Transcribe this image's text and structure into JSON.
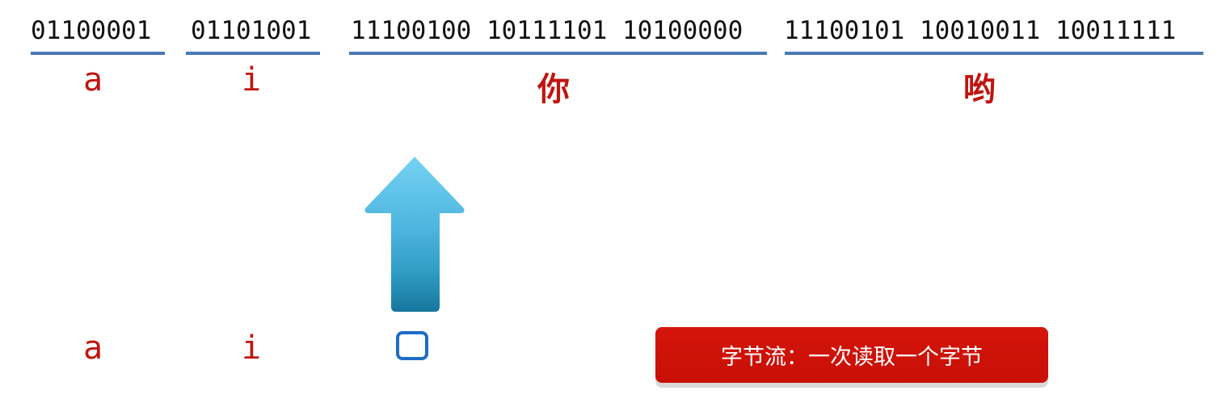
{
  "bytes": [
    {
      "bits": "01100001",
      "char": "a"
    },
    {
      "bits": "01101001",
      "char": "i"
    },
    {
      "bits": "11100100 10111101 10100000",
      "char": "你"
    },
    {
      "bits": "11100101 10010011 10011111",
      "char": "哟"
    }
  ],
  "decoded": [
    "a",
    "i"
  ],
  "banner_text": "字节流：一次读取一个字节",
  "colors": {
    "underline": "#4a78b4",
    "char_text": "#c0150f",
    "banner_bg": "#d4150b",
    "arrow_top": "#6ccdef",
    "arrow_bottom": "#1b7ea3",
    "box_border": "#1f6cc4"
  },
  "icons": {
    "arrow": "up-arrow-icon",
    "placeholder": "unknown-char-box-icon"
  }
}
